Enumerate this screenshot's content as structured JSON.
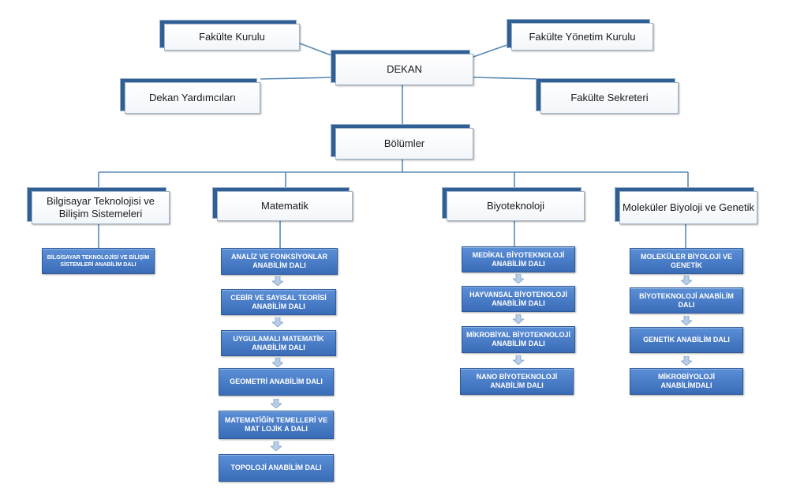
{
  "top": {
    "dekan": "DEKAN",
    "fakulte_kurulu": "Fakülte Kurulu",
    "fakulte_yonetim_kurulu": "Fakülte Yönetim Kurulu",
    "dekan_yardimcilari": "Dekan Yardımcıları",
    "fakulte_sekreteri": "Fakülte Sekreteri",
    "bolumler": "Bölümler"
  },
  "departments": [
    {
      "name": "Bilgisayar Teknolojisi ve Bilişim Sistemeleri",
      "units": [
        "BİLGİSAYAR TEKNOLOJİSİ VE BİLİŞİM SİSTEMLERİ ANABİLİM DALI"
      ]
    },
    {
      "name": "Matematik",
      "units": [
        "ANALİZ VE FONKSİYONLAR ANABİLİM DALI",
        "CEBİR VE SAYISAL TEORİSİ ANABİLİM DALI",
        "UYGULAMALI MATEMATİK ANABİLİM DALI",
        "GEOMETRİ ANABİLİM DALI",
        "MATEMATİĞİN TEMELLERİ VE MAT LOJİK A DALI",
        "TOPOLOJİ ANABİLİM DALI"
      ]
    },
    {
      "name": "Biyoteknoloji",
      "units": [
        "MEDİKAL BİYOTEKNOLOJİ ANABİLİM DALI",
        "HAYVANSAL BİYOTENOLOJİ ANABİLİM DALI",
        "MİKROBİYAL BİYOTEKNOLOJİ ANABİLİM DALI",
        "NANO BİYOTEKNOLOJİ ANABİLİM DALI"
      ]
    },
    {
      "name": "Moleküler Biyoloji ve Genetik",
      "units": [
        "MOLEKÜLER BİYOLOJİ VE GENETİK",
        "BİYOTEKNOLOJİ ANABİLİM DALI",
        "GENETİK ANABİLİM DALI",
        "MİKROBİYOLOJİ ANABİLİMDALI"
      ]
    }
  ]
}
